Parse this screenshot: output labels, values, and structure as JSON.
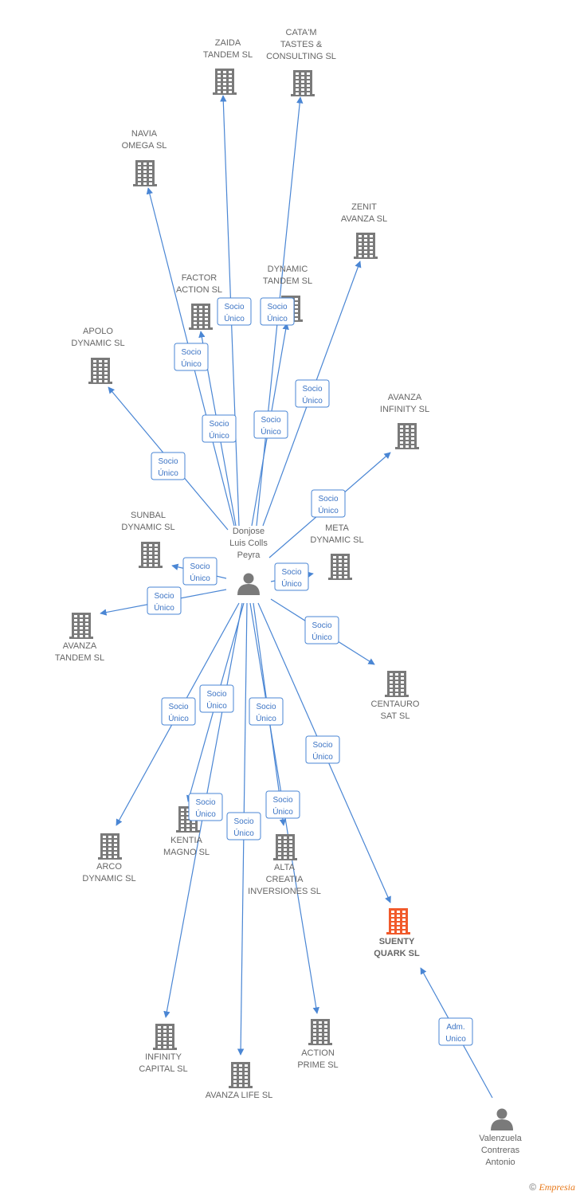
{
  "colors": {
    "edge": "#4a86d4",
    "building": "#7a7a7a",
    "focus_building": "#f15a2b",
    "person": "#7a7a7a",
    "label": "#666666"
  },
  "persons": [
    {
      "id": "p1",
      "lines": [
        "Donjose",
        "Luis Colls",
        "Peyra"
      ]
    },
    {
      "id": "p2",
      "lines": [
        "Valenzuela",
        "Contreras",
        "Antonio"
      ]
    }
  ],
  "companies": [
    {
      "id": "zaida",
      "lines": [
        "ZAIDA",
        "TANDEM SL"
      ]
    },
    {
      "id": "catam",
      "lines": [
        "CATA'M",
        "TASTES &",
        "CONSULTING  SL"
      ]
    },
    {
      "id": "navia",
      "lines": [
        "NAVIA",
        "OMEGA SL"
      ]
    },
    {
      "id": "zenit",
      "lines": [
        "ZENIT",
        "AVANZA SL"
      ]
    },
    {
      "id": "factor",
      "lines": [
        "FACTOR",
        "ACTION SL"
      ]
    },
    {
      "id": "dynamic",
      "lines": [
        "DYNAMIC",
        "TANDEM SL"
      ]
    },
    {
      "id": "apolo",
      "lines": [
        "APOLO",
        "DYNAMIC SL"
      ]
    },
    {
      "id": "avinf",
      "lines": [
        "AVANZA",
        "INFINITY SL"
      ]
    },
    {
      "id": "sunbal",
      "lines": [
        "SUNBAL",
        "DYNAMIC SL"
      ]
    },
    {
      "id": "meta",
      "lines": [
        "META",
        "DYNAMIC SL"
      ]
    },
    {
      "id": "avtan",
      "lines": [
        "AVANZA",
        "TANDEM SL"
      ]
    },
    {
      "id": "centauro",
      "lines": [
        "CENTAURO",
        "SAT SL"
      ]
    },
    {
      "id": "kentia",
      "lines": [
        "KENTIA",
        "MAGNO SL"
      ]
    },
    {
      "id": "arco",
      "lines": [
        "ARCO",
        "DYNAMIC SL"
      ]
    },
    {
      "id": "alta",
      "lines": [
        "ALTA",
        "CREATIA",
        "INVERSIONES SL"
      ]
    },
    {
      "id": "suenty",
      "lines": [
        "SUENTY",
        "QUARK SL"
      ],
      "focus": true
    },
    {
      "id": "infcap",
      "lines": [
        "INFINITY",
        "CAPITAL SL"
      ]
    },
    {
      "id": "action",
      "lines": [
        "ACTION",
        "PRIME SL"
      ]
    },
    {
      "id": "avlife",
      "lines": [
        "AVANZA LIFE SL"
      ]
    }
  ],
  "relations": [
    {
      "from": "p1",
      "to": "zaida",
      "label": [
        "Socio",
        "Único"
      ]
    },
    {
      "from": "p1",
      "to": "catam",
      "label": [
        "Socio",
        "Único"
      ]
    },
    {
      "from": "p1",
      "to": "navia",
      "label": [
        "Socio",
        "Único"
      ]
    },
    {
      "from": "p1",
      "to": "zenit",
      "label": [
        "Socio",
        "Único"
      ]
    },
    {
      "from": "p1",
      "to": "factor",
      "label": [
        "Socio",
        "Único"
      ]
    },
    {
      "from": "p1",
      "to": "dynamic",
      "label": [
        "Socio",
        "Único"
      ]
    },
    {
      "from": "p1",
      "to": "apolo",
      "label": [
        "Socio",
        "Único"
      ]
    },
    {
      "from": "p1",
      "to": "avinf",
      "label": [
        "Socio",
        "Único"
      ]
    },
    {
      "from": "p1",
      "to": "sunbal",
      "label": [
        "Socio",
        "Único"
      ]
    },
    {
      "from": "p1",
      "to": "meta",
      "label": [
        "Socio",
        "Único"
      ]
    },
    {
      "from": "p1",
      "to": "avtan",
      "label": [
        "Socio",
        "Único"
      ]
    },
    {
      "from": "p1",
      "to": "centauro",
      "label": [
        "Socio",
        "Único"
      ]
    },
    {
      "from": "p1",
      "to": "arco",
      "label": [
        "Socio",
        "Único"
      ]
    },
    {
      "from": "p1",
      "to": "kentia",
      "label": [
        "Socio",
        "Único"
      ]
    },
    {
      "from": "p1",
      "to": "alta",
      "label": [
        "Socio",
        "Único"
      ]
    },
    {
      "from": "p1",
      "to": "suenty",
      "label": [
        "Socio",
        "Único"
      ]
    },
    {
      "from": "p1",
      "to": "infcap",
      "label": [
        "Socio",
        "Único"
      ]
    },
    {
      "from": "p1",
      "to": "avlife",
      "label": [
        "Socio",
        "Único"
      ]
    },
    {
      "from": "p1",
      "to": "action",
      "label": [
        "Socio",
        "Único"
      ]
    },
    {
      "from": "p2",
      "to": "suenty",
      "label": [
        "Adm.",
        "Unico"
      ]
    }
  ],
  "credit": {
    "symbol": "©",
    "brand": "Empresia"
  }
}
